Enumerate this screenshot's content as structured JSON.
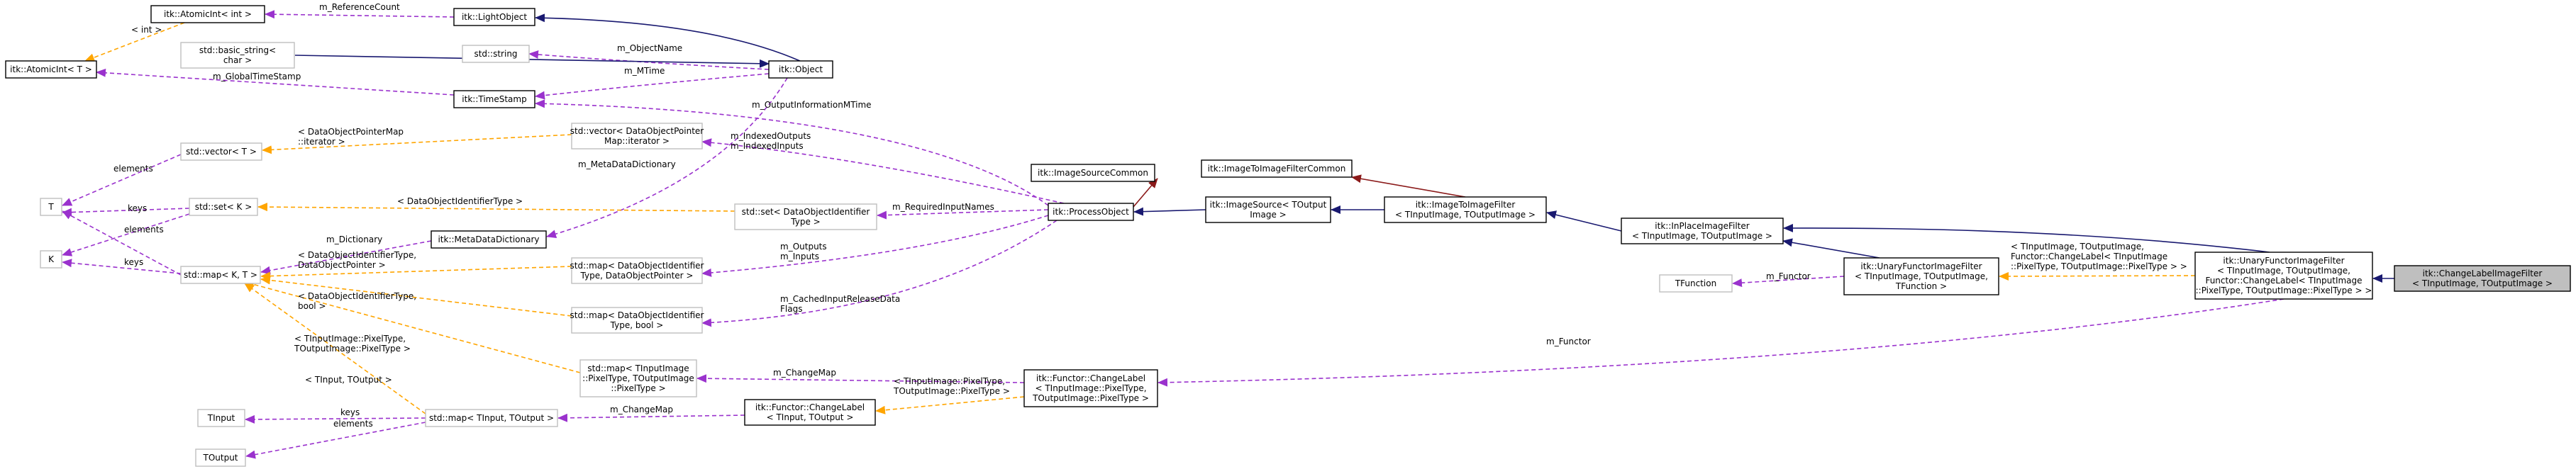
{
  "nodes": {
    "atomicint_int": "itk::AtomicInt< int >",
    "lightobject": "itk::LightObject",
    "atomicint_t": "itk::AtomicInt< T >",
    "std_string": "std::string",
    "basic_string": [
      "std::basic_string<",
      "char >"
    ],
    "object": "itk::Object",
    "timestamp": "itk::TimeStamp",
    "vector_dop": [
      "std::vector< DataObjectPointer",
      "Map::iterator >"
    ],
    "vector_t": "std::vector< T >",
    "t": "T",
    "set_k": "std::set< K >",
    "k": "K",
    "metadatadictionary": "itk::MetaDataDictionary",
    "map_kt": "std::map< K, T >",
    "set_doit": [
      "std::set< DataObjectIdentifier",
      "Type >"
    ],
    "map_doit_dop": [
      "std::map< DataObjectIdentifier",
      "Type, DataObjectPointer >"
    ],
    "map_doit_bool": [
      "std::map< DataObjectIdentifier",
      "Type, bool >"
    ],
    "map_pixel": [
      "std::map< TInputImage",
      "::PixelType, TOutputImage",
      "::PixelType >"
    ],
    "map_tin_tout": "std::map< TInput, TOutput >",
    "tinput": "TInput",
    "toutput": "TOutput",
    "imagesourcecommon": "itk::ImageSourceCommon",
    "processobject": "itk::ProcessObject",
    "imagesource": [
      "itk::ImageSource< TOutput",
      "Image >"
    ],
    "itifcommon": "itk::ImageToImageFilterCommon",
    "itif": [
      "itk::ImageToImageFilter",
      "< TInputImage, TOutputImage >"
    ],
    "inplace": [
      "itk::InPlaceImageFilter",
      "< TInputImage, TOutputImage >"
    ],
    "tfunction": "TFunction",
    "unary_tf": [
      "itk::UnaryFunctorImageFilter",
      "< TInputImage, TOutputImage,",
      "TFunction >"
    ],
    "unary_cl": [
      "itk::UnaryFunctorImageFilter",
      "< TInputImage, TOutputImage,",
      "Functor::ChangeLabel< TInputImage",
      "::PixelType, TOutputImage::PixelType > >"
    ],
    "changelabelfilter": [
      "itk::ChangeLabelImageFilter",
      "< TInputImage, TOutputImage >"
    ],
    "functor_cl_img": [
      "itk::Functor::ChangeLabel",
      "< TInputImage::PixelType,",
      "TOutputImage::PixelType >"
    ],
    "functor_cl": [
      "itk::Functor::ChangeLabel",
      "< TInput, TOutput >"
    ]
  },
  "edge_labels": {
    "reference_count": "m_ReferenceCount",
    "int": "< int >",
    "global_timestamp": "m_GlobalTimeStamp",
    "object_name": "m_ObjectName",
    "mtime": "m_MTime",
    "output_info_mtime": "m_OutputInformationMTime",
    "dop_map_iterator": [
      "< DataObjectPointerMap",
      "::iterator >"
    ],
    "indexed_outputs": [
      "m_IndexedOutputs",
      "m_IndexedInputs"
    ],
    "elements_vec": "elements",
    "meta_dict": "m_MetaDataDictionary",
    "doit_type": "< DataObjectIdentifierType >",
    "required_input_names": "m_RequiredInputNames",
    "keys_set": "keys",
    "elements_set": "elements",
    "dictionary": "m_Dictionary",
    "keys_k": "keys",
    "doit_dop": [
      "< DataObjectIdentifierType,",
      "DataObjectPointer >"
    ],
    "outputs_inputs": [
      "m_Outputs",
      "m_Inputs"
    ],
    "doit_bool": [
      "< DataObjectIdentifierType,",
      "bool >"
    ],
    "cached_release": [
      "m_CachedInputReleaseData",
      "Flags"
    ],
    "pixel_types_map": [
      "< TInputImage::PixelType,",
      "TOutputImage::PixelType >"
    ],
    "change_map_img": "m_ChangeMap",
    "tin_tout": "< TInput, TOutput >",
    "change_map": "m_ChangeMap",
    "keys_tin": "keys",
    "elements_tout": "elements",
    "pixel_types_functor": [
      "< TInputImage::PixelType,",
      "TOutputImage::PixelType >"
    ],
    "functor_tf": "m_Functor",
    "functor_cl_label": [
      "< TInputImage, TOutputImage,",
      "Functor::ChangeLabel< TInputImage",
      "::PixelType, TOutputImage::PixelType > >"
    ],
    "functor_main": "m_Functor"
  },
  "colors": {
    "inheritance": "#191970",
    "usage": "#9a32cd",
    "template": "#ffa500",
    "private_inheritance": "#8b1a1a",
    "focus_fill": "#bfbfbf",
    "ghost_border": "#bfbfbf"
  }
}
